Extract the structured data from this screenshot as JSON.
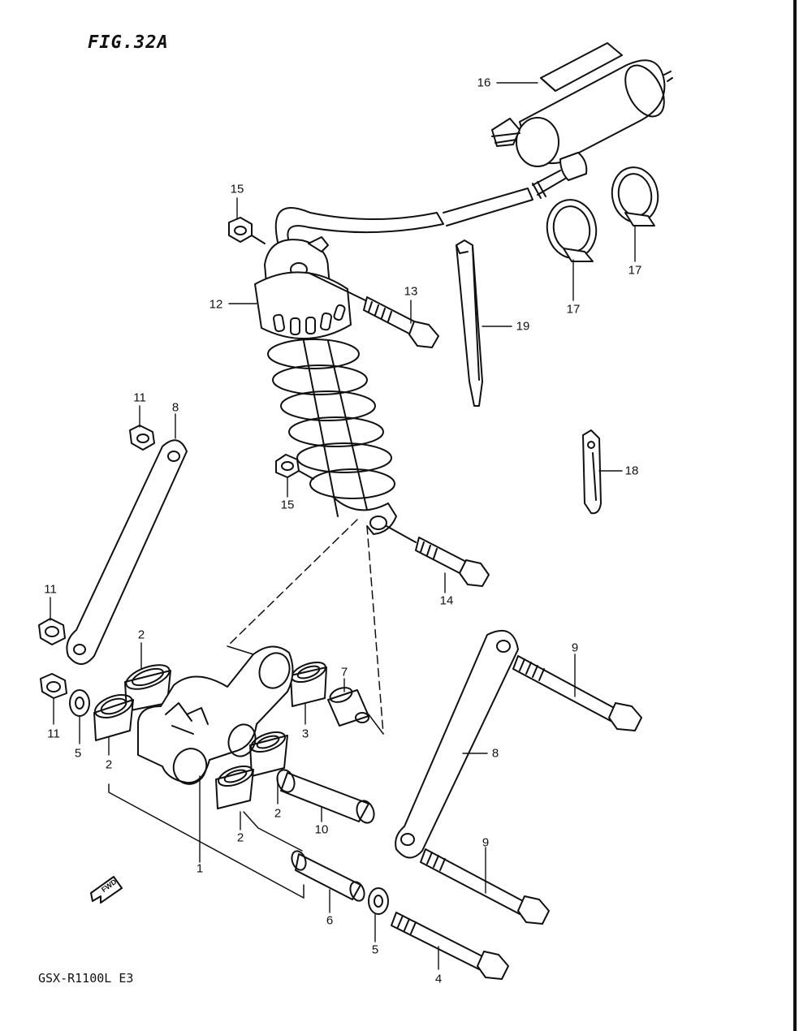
{
  "figure": {
    "title": "FIG.32A",
    "footer": "GSX-R1100L E3",
    "fwd_label": "FWD"
  },
  "callouts": [
    {
      "id": "c16",
      "text": "16"
    },
    {
      "id": "c15a",
      "text": "15"
    },
    {
      "id": "c12",
      "text": "12"
    },
    {
      "id": "c13",
      "text": "13"
    },
    {
      "id": "c19",
      "text": "19"
    },
    {
      "id": "c17a",
      "text": "17"
    },
    {
      "id": "c17b",
      "text": "17"
    },
    {
      "id": "c11a",
      "text": "11"
    },
    {
      "id": "c8a",
      "text": "8"
    },
    {
      "id": "c15b",
      "text": "15"
    },
    {
      "id": "c18",
      "text": "18"
    },
    {
      "id": "c14",
      "text": "14"
    },
    {
      "id": "c11b",
      "text": "11"
    },
    {
      "id": "c2a",
      "text": "2"
    },
    {
      "id": "c7",
      "text": "7"
    },
    {
      "id": "c9a",
      "text": "9"
    },
    {
      "id": "c11c",
      "text": "11"
    },
    {
      "id": "c5a",
      "text": "5"
    },
    {
      "id": "c2b",
      "text": "2"
    },
    {
      "id": "c3",
      "text": "3"
    },
    {
      "id": "c8b",
      "text": "8"
    },
    {
      "id": "c2c",
      "text": "2"
    },
    {
      "id": "c10",
      "text": "10"
    },
    {
      "id": "c2d",
      "text": "2"
    },
    {
      "id": "c9b",
      "text": "9"
    },
    {
      "id": "c1",
      "text": "1"
    },
    {
      "id": "c6",
      "text": "6"
    },
    {
      "id": "c5b",
      "text": "5"
    },
    {
      "id": "c4",
      "text": "4"
    }
  ]
}
